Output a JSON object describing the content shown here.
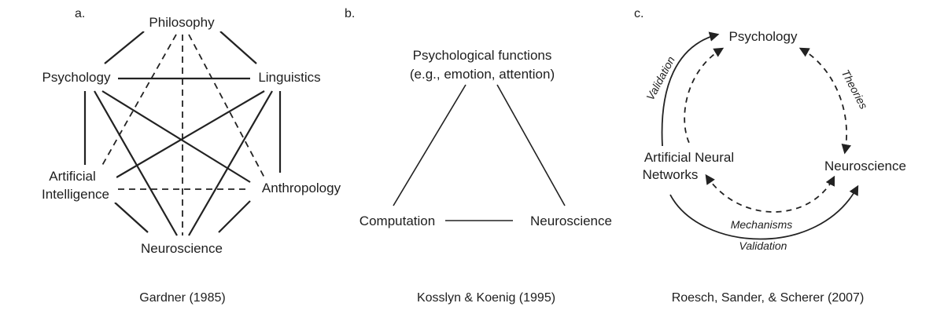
{
  "panel_a": {
    "letter": "a.",
    "nodes": {
      "philosophy": "Philosophy",
      "psychology": "Psychology",
      "linguistics": "Linguistics",
      "ai_line1": "Artificial",
      "ai_line2": "Intelligence",
      "anthropology": "Anthropology",
      "neuroscience": "Neuroscience"
    },
    "caption": "Gardner (1985)"
  },
  "panel_b": {
    "letter": "b.",
    "nodes": {
      "top_line1": "Psychological functions",
      "top_line2": "(e.g., emotion, attention)",
      "computation": "Computation",
      "neuroscience": "Neuroscience"
    },
    "caption": "Kosslyn & Koenig (1995)"
  },
  "panel_c": {
    "letter": "c.",
    "nodes": {
      "psychology": "Psychology",
      "ann_line1": "Artificial Neural",
      "ann_line2": "Networks",
      "neuroscience": "Neuroscience"
    },
    "edge_labels": {
      "validation_top": "Validation",
      "theories": "Theories",
      "mechanisms": "Mechanisms",
      "validation_bottom": "Validation"
    },
    "caption": "Roesch, Sander, & Scherer (2007)"
  }
}
